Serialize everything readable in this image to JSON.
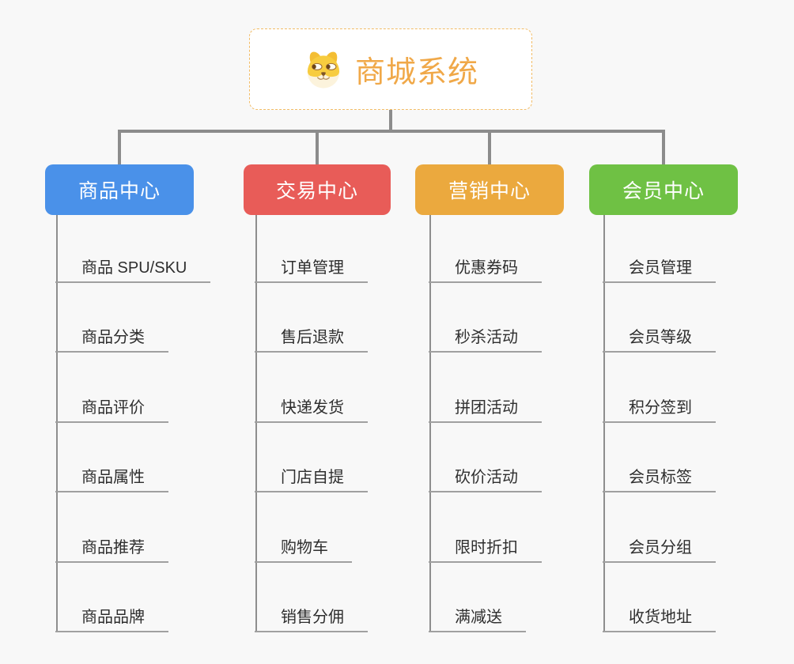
{
  "root": {
    "title": "商城系统",
    "icon": "dog-face-icon"
  },
  "branches": [
    {
      "id": "product",
      "label": "商品中心",
      "color": "#4A91E9",
      "items": [
        "商品 SPU/SKU",
        "商品分类",
        "商品评价",
        "商品属性",
        "商品推荐",
        "商品品牌"
      ]
    },
    {
      "id": "trade",
      "label": "交易中心",
      "color": "#E85C58",
      "items": [
        "订单管理",
        "售后退款",
        "快递发货",
        "门店自提",
        "购物车",
        "销售分佣"
      ]
    },
    {
      "id": "marketing",
      "label": "营销中心",
      "color": "#EBA93E",
      "items": [
        "优惠券码",
        "秒杀活动",
        "拼团活动",
        "砍价活动",
        "限时折扣",
        "满减送"
      ]
    },
    {
      "id": "member",
      "label": "会员中心",
      "color": "#6FC144",
      "items": [
        "会员管理",
        "会员等级",
        "积分签到",
        "会员标签",
        "会员分组",
        "收货地址"
      ]
    }
  ],
  "colors": {
    "background": "#F8F8F8",
    "root_accent": "#F0A848",
    "root_border": "#F2BC66",
    "connector": "#8C8C8C",
    "underline": "#A0A0A0",
    "item_text": "#2E2E2E"
  }
}
